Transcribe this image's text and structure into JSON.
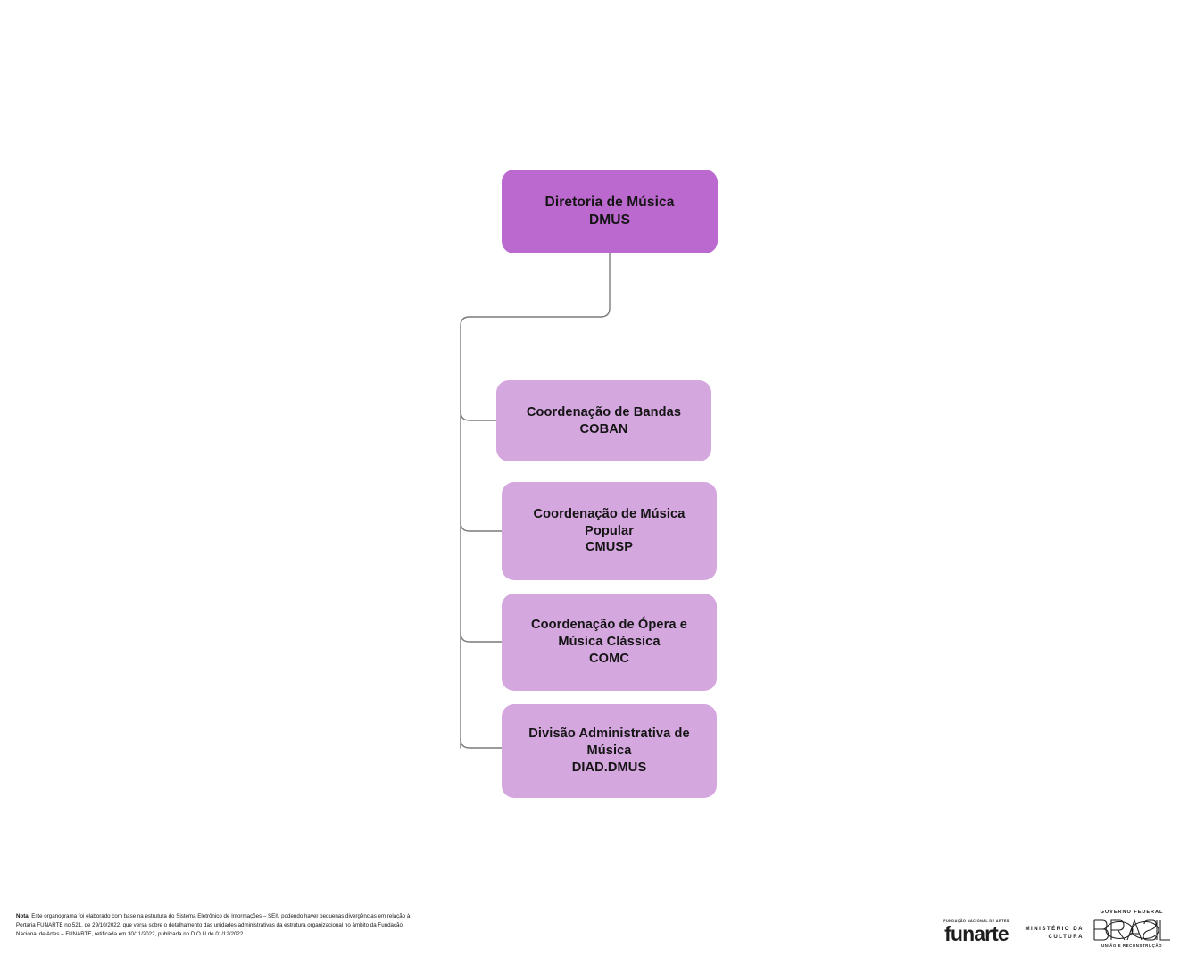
{
  "page": {
    "title": "Organograma - Diretoria de Música (DMUS)",
    "background": "#ffffff"
  },
  "colors": {
    "root_fill": "#bb69ce",
    "child_fill": "#d5a7df",
    "connector_stroke": "#7a7a7a",
    "text": "#141414"
  },
  "org_chart": {
    "type": "hierarchy",
    "root": {
      "name": "Diretoria de Música",
      "acronym": "DMUS",
      "label": "Diretoria de Música\nDMUS",
      "fill": "#bb69ce"
    },
    "children": [
      {
        "name": "Coordenação de Bandas",
        "acronym": "COBAN",
        "label": "Coordenação de Bandas\nCOBAN",
        "fill": "#d5a7df"
      },
      {
        "name": "Coordenação de Música Popular",
        "acronym": "CMUSP",
        "label": "Coordenação de Música Popular\nCMUSP",
        "fill": "#d5a7df"
      },
      {
        "name": "Coordenação de Ópera e Música Clássica",
        "acronym": "COMC",
        "label": "Coordenação de Ópera e Música Clássica\nCOMC",
        "fill": "#d5a7df"
      },
      {
        "name": "Divisão Administrativa de Música",
        "acronym": "DIAD.DMUS",
        "label": "Divisão Administrativa de Música\nDIAD.DMUS",
        "fill": "#d5a7df"
      }
    ]
  },
  "footnote": {
    "prefix": "Nota",
    "text": ": Este organograma foi elaborado com base na estrutura do Sistema Eletrônico de Informações – SEI!, podendo haver pequenas divergências em relação à Portaria FUNARTE no 521, de 29/10/2022, que versa sobre o detalhamento das unidades administrativas da estrutura organizacional no âmbito da Fundação Nacional de Artes – FUNARTE, retificada em 30/11/2022, publicada no D.O.U de 01/12/2022"
  },
  "logos": {
    "funarte": {
      "top_line": "FUNDAÇÃO NACIONAL DE ARTES",
      "wordmark": "funarte"
    },
    "ministry": {
      "line1": "MINISTÉRIO DA",
      "line2": "CULTURA"
    },
    "government": {
      "top_line": "GOVERNO FEDERAL",
      "wordmark": "BRASIL",
      "bottom_line": "UNIÃO E RECONSTRUÇÃO"
    }
  }
}
